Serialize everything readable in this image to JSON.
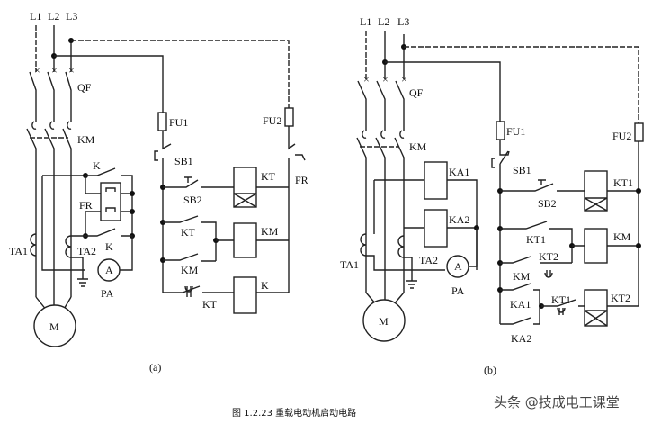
{
  "figure": {
    "caption": "图 1.2.23   重载电动机启动电路",
    "watermark": "头条 @技成电工课堂"
  },
  "panel_a": {
    "label": "(a)",
    "lines": [
      "L1",
      "L2",
      "L3"
    ],
    "breaker": "QF",
    "contactor": "KM",
    "fuse1": "FU1",
    "fuse2": "FU2",
    "stop_button": "SB1",
    "start_button": "SB2",
    "timer_coil": "KT",
    "thermal_relay": "FR",
    "relay_contact_k_top": "K",
    "relay_contact_k_bottom": "K",
    "ct1": "TA1",
    "ct2": "TA2",
    "ammeter": "A",
    "ammeter_label": "PA",
    "motor": "M",
    "rung_kt_contact": "KT",
    "rung_km_coil": "KM",
    "rung_km_contact": "KM",
    "rung_k_coil": "K",
    "rung_kt_delay_contact": "KT"
  },
  "panel_b": {
    "label": "(b)",
    "lines": [
      "L1",
      "L2",
      "L3"
    ],
    "breaker": "QF",
    "contactor": "KM",
    "fuse1": "FU1",
    "fuse2": "FU2",
    "stop_button": "SB1",
    "start_button": "SB2",
    "relay1": "KA1",
    "relay2": "KA2",
    "timer1_coil": "KT1",
    "km_coil": "KM",
    "kt1_contact": "KT1",
    "kt2_contact": "KT2",
    "km_contact": "KM",
    "ka1_contact": "KA1",
    "ka2_contact": "KA2",
    "kt1_delay_contact": "KT1",
    "timer2_coil": "KT2",
    "ct1": "TA1",
    "ct2": "TA2",
    "ammeter": "A",
    "ammeter_label": "PA",
    "motor": "M"
  }
}
